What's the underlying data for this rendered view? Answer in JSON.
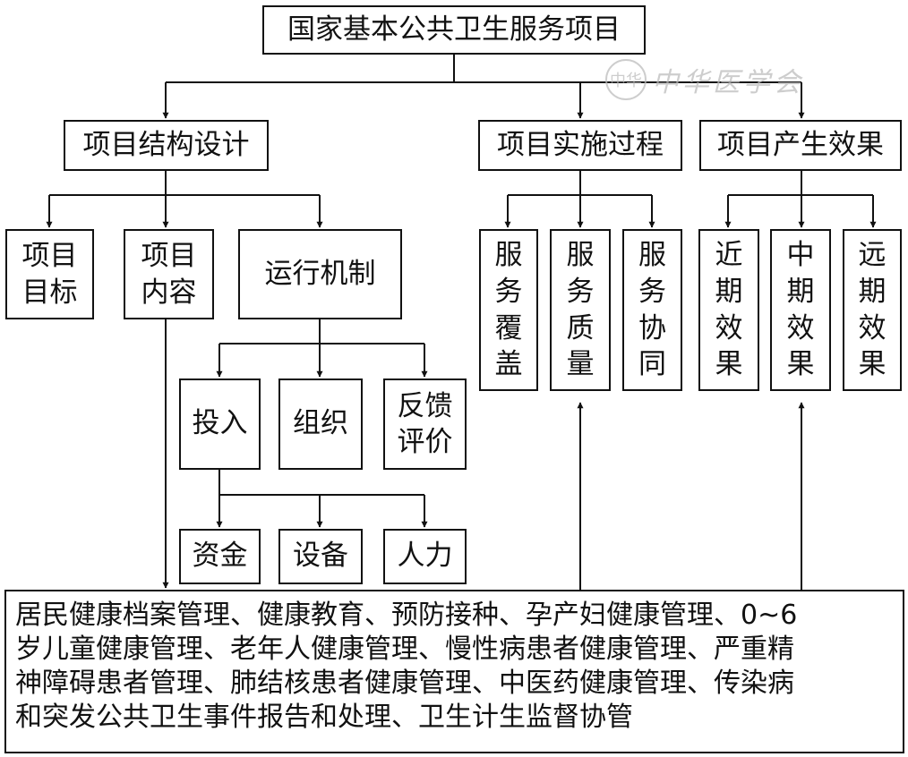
{
  "diagram": {
    "root": "国家基本公共卫生服务项目",
    "design": {
      "title": "项目结构设计",
      "goal": "项目目标",
      "content": "项目内容",
      "mechanism": "运行机制",
      "input": "投入",
      "organization": "组织",
      "feedback": "反馈评价",
      "funds": "资金",
      "equipment": "设备",
      "manpower": "人力"
    },
    "process": {
      "title": "项目实施过程",
      "coverage": "服务覆盖",
      "quality": "服务质量",
      "coordination": "服务协同"
    },
    "effect": {
      "title": "项目产生效果",
      "short_term": "近期效果",
      "mid_term": "中期效果",
      "long_term": "远期效果"
    },
    "services_lines": [
      "居民健康档案管理、健康教育、预防接种、孕产妇健康管理、0~6",
      "岁儿童健康管理、老年人健康管理、慢性病患者健康管理、严重精",
      "神障碍患者管理、肺结核患者健康管理、中医药健康管理、传染病",
      "和突发公共卫生事件报告和处理、卫生计生监督协管"
    ]
  },
  "watermark": {
    "seal_text": "中华",
    "text": "中华医学会"
  }
}
